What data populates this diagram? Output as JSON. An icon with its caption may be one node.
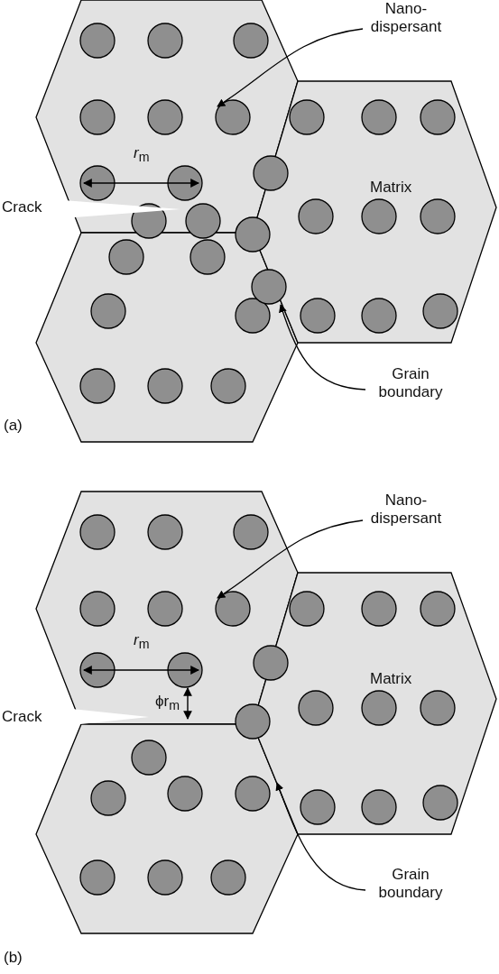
{
  "diagram": {
    "nodes": [
      {
        "text": [
          "Nano-dispersant"
        ]
      },
      {
        "text": [],
        "shape": "circle"
      },
      {
        "text": [
          "Grain boundary"
        ]
      },
      {
        "text": [
          "Nano-dispersant"
        ]
      },
      {
        "text": [],
        "shape": "circle"
      },
      {
        "text": [
          "Grain boundary"
        ]
      }
    ],
    "edges": [
      {
        "from": 0,
        "to": 1,
        "arrow": "to"
      },
      {
        "from": 2,
        "to": null,
        "arrow": "to"
      },
      {
        "from": 3,
        "to": 4,
        "arrow": "to"
      },
      {
        "from": 5,
        "to": null,
        "arrow": "to"
      }
    ],
    "labels": [
      "Matrix",
      "*r*$_{m}$",
      "Crack",
      "(a)",
      "Matrix",
      "*r*$_{m}$",
      "ϕr$_{m}$",
      "Crack",
      "(b)"
    ]
  }
}
